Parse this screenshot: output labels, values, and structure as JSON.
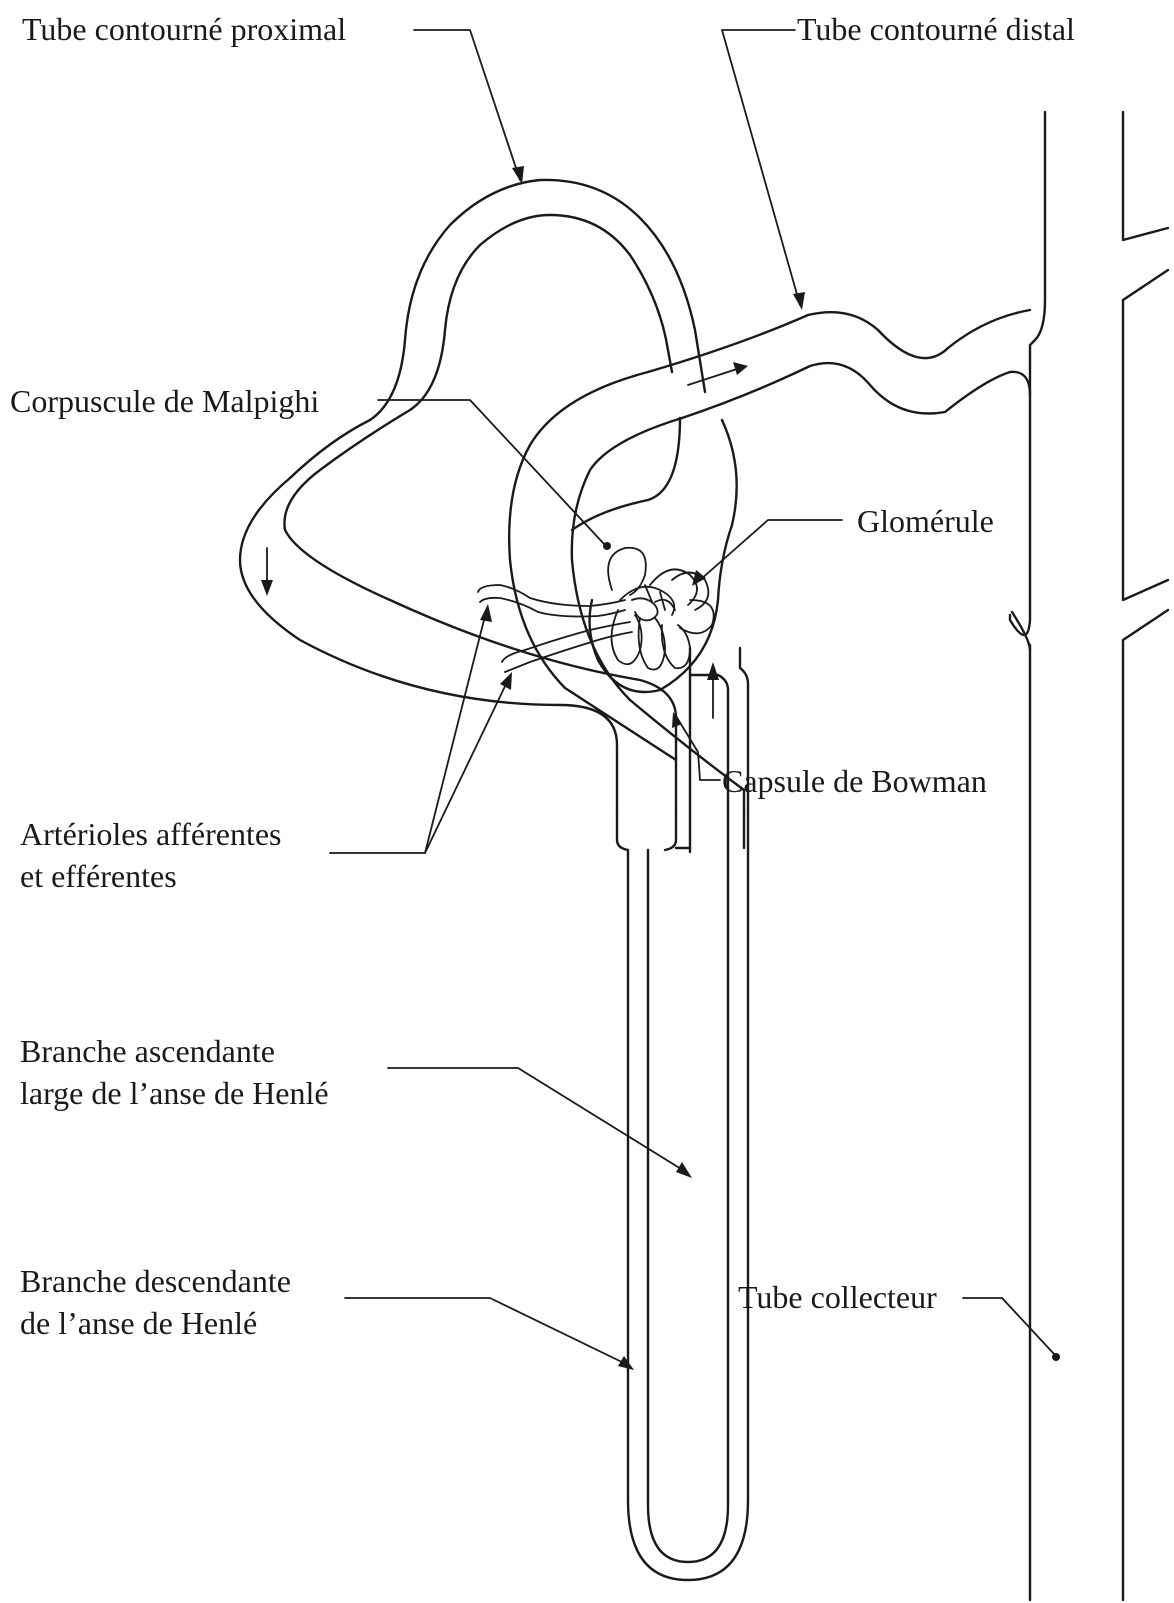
{
  "labels": {
    "tube_contourne_proximal": "Tube contourné proximal",
    "tube_contourne_distal": "Tube contourné distal",
    "corpuscule_de_malpighi": "Corpuscule de Malpighi",
    "glomerule": "Glomérule",
    "capsule_de_bowman": "Capsule de Bowman",
    "arterioles_line1": "Artérioles afférentes",
    "arterioles_line2": "et efférentes",
    "branche_ascendante_line1": "Branche ascendante",
    "branche_ascendante_line2": "large de l’anse de Henlé",
    "branche_descendante_line1": "Branche descendante",
    "branche_descendante_line2": "de l’anse de Henlé",
    "tube_collecteur": "Tube collecteur"
  },
  "colors": {
    "ink": "#1a1a1a",
    "background": "#ffffff"
  }
}
